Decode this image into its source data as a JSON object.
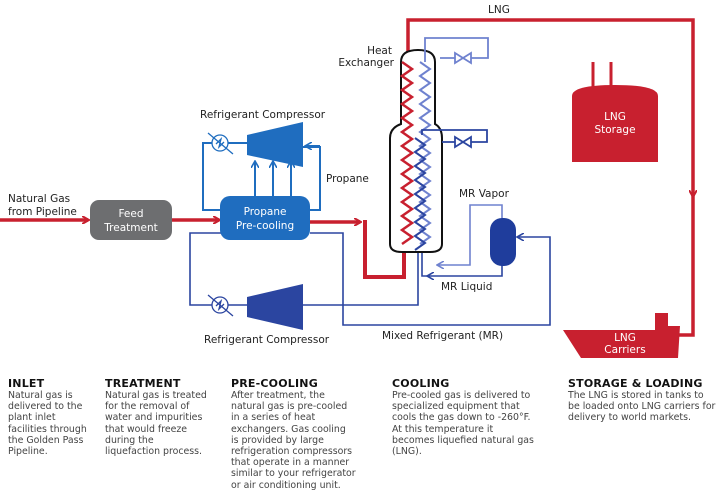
{
  "colors": {
    "red": "#c8202f",
    "blue": "#1f6dbf",
    "navy": "#2b45a0",
    "light_blue": "#6f82cf",
    "grey": "#6d6e70"
  },
  "diagram": {
    "inlet_label": [
      "Natural Gas",
      "from Pipeline"
    ],
    "feed_treatment": [
      "Feed",
      "Treatment"
    ],
    "propane_precooling": [
      "Propane",
      "Pre-cooling"
    ],
    "compressor_top": "Refrigerant Compressor",
    "compressor_bottom": "Refrigerant Compressor",
    "propane": "Propane",
    "heat_exchanger": [
      "Heat",
      "Exchanger"
    ],
    "lng": "LNG",
    "mr_vapor": "MR Vapor",
    "mr_liquid": "MR Liquid",
    "mixed_refrigerant": "Mixed Refrigerant (MR)",
    "lng_storage": [
      "LNG",
      "Storage"
    ],
    "lng_carriers": [
      "LNG",
      "Carriers"
    ]
  },
  "steps": [
    {
      "title": "INLET",
      "text": "Natural gas is delivered to the plant inlet facilities through the Golden Pass Pipeline."
    },
    {
      "title": "TREATMENT",
      "text": "Natural gas is treated for the removal of water and impurities that would freeze during the liquefaction process."
    },
    {
      "title": "PRE-COOLING",
      "text": "After treatment, the natural gas is pre-cooled in a series of heat exchangers. Gas cooling is provided by large refrigeration compressors that operate in a manner similar to your refrigerator or air conditioning unit."
    },
    {
      "title": "COOLING",
      "text": "Pre-cooled gas is delivered to specialized equipment that cools the gas down to -260°F. At this temperature it becomes liquefied natural gas (LNG)."
    },
    {
      "title": "STORAGE & LOADING",
      "text": "The LNG is stored in tanks to be loaded onto LNG carriers for delivery to world markets."
    }
  ]
}
